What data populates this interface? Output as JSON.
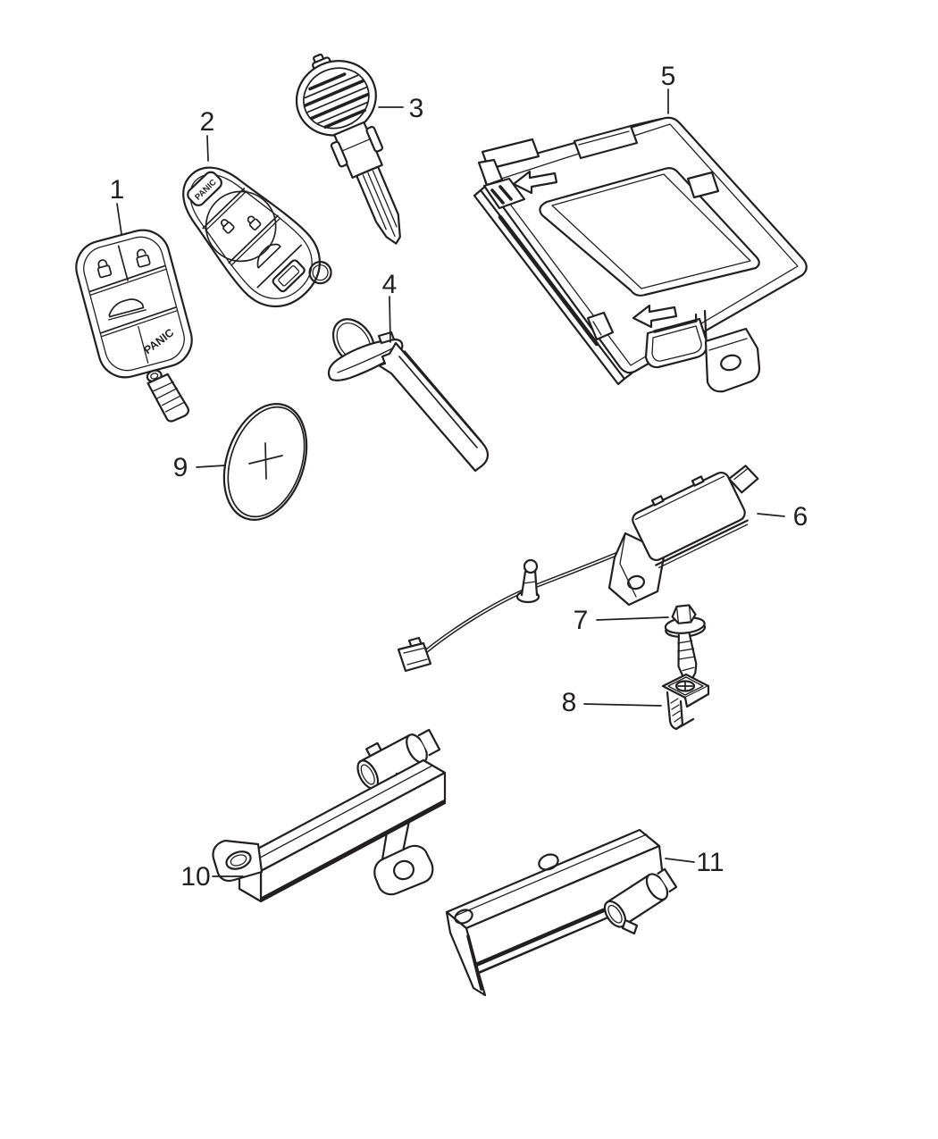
{
  "diagram": {
    "type": "exploded-parts-line-diagram",
    "description_visible_text_only": true,
    "colors": {
      "background": "#ffffff",
      "line_art": "#231f20"
    },
    "callouts": [
      "1",
      "2",
      "3",
      "4",
      "5",
      "6",
      "7",
      "8",
      "9",
      "10",
      "11"
    ],
    "labels": {
      "panic": "PANIC",
      "battery_polarity": "+"
    },
    "icons": {
      "lock-icon": "closed-padlock outline",
      "unlock-icon": "open-padlock outline",
      "trunk-icon": "car-trunk-release outline",
      "battery-plus-icon": "+ polarity mark"
    }
  }
}
